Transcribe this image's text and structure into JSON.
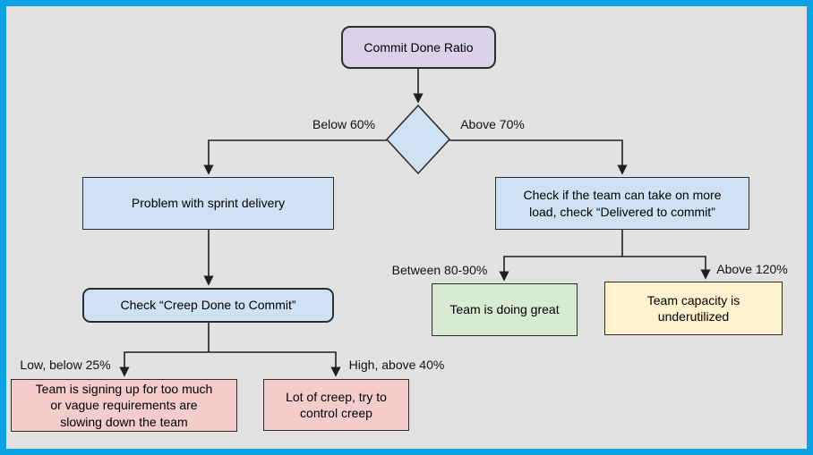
{
  "palette": {
    "canvas_border": "#0aa2e2",
    "canvas_background": "#e2e2e2",
    "node_purple": "#d9d2e9",
    "node_blue": "#cfe2f3",
    "node_pink": "#f4cccc",
    "node_green": "#d9ead3",
    "node_yellow": "#fff2cc",
    "connector_stroke": "#1f1f1f"
  },
  "flowchart": {
    "nodes": {
      "commit": {
        "lines": [
          "Commit Done Ratio"
        ]
      },
      "problem": {
        "lines": [
          "Problem with sprint delivery"
        ]
      },
      "check_load": {
        "lines": [
          "Check if the team can take on more",
          "load, check “Delivered to commit”"
        ]
      },
      "check_creep": {
        "lines": [
          "Check “Creep Done to Commit”"
        ]
      },
      "signup": {
        "lines": [
          "Team is signing up for too much",
          "or vague requirements are",
          "slowing down the team"
        ]
      },
      "creep": {
        "lines": [
          "Lot of creep, try to",
          "control creep"
        ]
      },
      "great": {
        "lines": [
          "Team is doing great"
        ]
      },
      "underutilized": {
        "lines": [
          "Team capacity is",
          "underutilized"
        ]
      }
    },
    "edge_labels": {
      "below_60": "Below 60%",
      "above_70": "Above 70%",
      "low_below_25": "Low, below 25%",
      "high_above_40": "High, above 40%",
      "between_80_90": "Between 80-90%",
      "above_120": "Above 120%"
    }
  }
}
